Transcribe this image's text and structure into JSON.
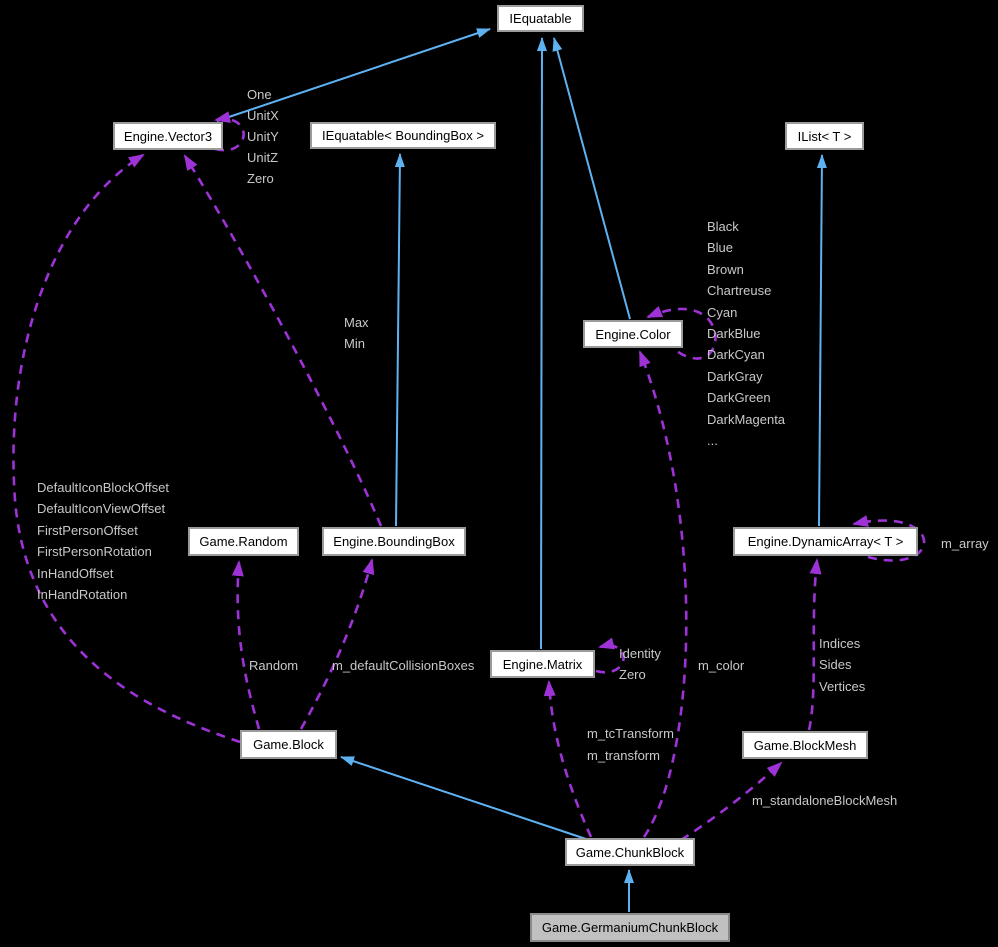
{
  "diagram": {
    "title": "Game.GermaniumChunkBlock collaboration graph",
    "colors": {
      "background": "#000000",
      "inheritance_edge": "#5fb2f2",
      "usage_edge": "#9d33d6",
      "edge_label_text": "#c8c8c8",
      "node_fill": "#ffffff",
      "node_border": "#9b9b9b",
      "node_text": "#000000",
      "highlight_node_fill": "#c0c0c0"
    },
    "nodes": [
      {
        "id": "iequatable",
        "label": "IEquatable"
      },
      {
        "id": "vector3",
        "label": "Engine.Vector3"
      },
      {
        "id": "iequatable-boundingbox",
        "label": "IEquatable< BoundingBox >"
      },
      {
        "id": "ilist-t",
        "label": "IList< T >"
      },
      {
        "id": "color",
        "label": "Engine.Color"
      },
      {
        "id": "random",
        "label": "Game.Random"
      },
      {
        "id": "boundingbox",
        "label": "Engine.BoundingBox"
      },
      {
        "id": "dynamicarray-t",
        "label": "Engine.DynamicArray< T >"
      },
      {
        "id": "matrix",
        "label": "Engine.Matrix"
      },
      {
        "id": "block",
        "label": "Game.Block"
      },
      {
        "id": "blockmesh",
        "label": "Game.BlockMesh"
      },
      {
        "id": "chunkblock",
        "label": "Game.ChunkBlock"
      },
      {
        "id": "germaniumchunkblock",
        "label": "Game.GermaniumChunkBlock",
        "highlight": true
      }
    ],
    "edge_labels": {
      "vector3_statics": [
        "One",
        "UnitX",
        "UnitY",
        "UnitZ",
        "Zero"
      ],
      "color_statics": [
        "Black",
        "Blue",
        "Brown",
        "Chartreuse",
        "Cyan",
        "DarkBlue",
        "DarkCyan",
        "DarkGray",
        "DarkGreen",
        "DarkMagenta",
        "..."
      ],
      "block_to_vector3": [
        "DefaultIconBlockOffset",
        "DefaultIconViewOffset",
        "FirstPersonOffset",
        "FirstPersonRotation",
        "InHandOffset",
        "InHandRotation"
      ],
      "boundingbox_to_vector3": [
        "Max",
        "Min"
      ],
      "block_to_random": "Random",
      "block_to_boundingbox": "m_defaultCollisionBoxes",
      "matrix_statics": [
        "Identity",
        "Zero"
      ],
      "chunkblock_to_color": "m_color",
      "blockmesh_to_dynamicarray": [
        "Indices",
        "Sides",
        "Vertices"
      ],
      "dynamicarray_self": "m_array",
      "chunkblock_to_matrix": [
        "m_tcTransform",
        "m_transform"
      ],
      "chunkblock_to_blockmesh": "m_standaloneBlockMesh"
    }
  }
}
